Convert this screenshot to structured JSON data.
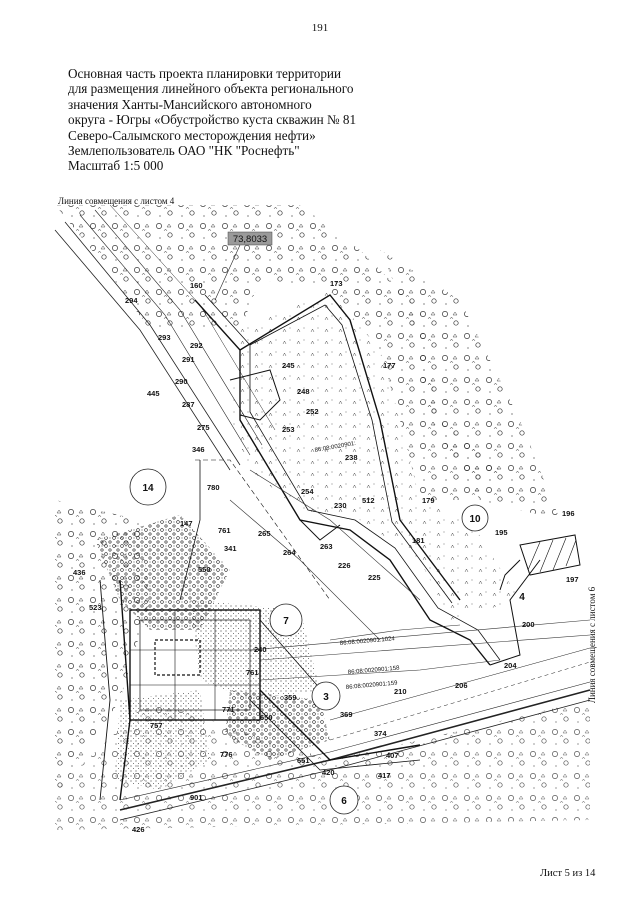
{
  "page": {
    "number": "191",
    "sheet_label": "Лист 5 из 14"
  },
  "title": {
    "lines": [
      "Основная часть проекта планировки территории",
      "для размещения линейного объекта регионального",
      "значения Ханты-Мансийского автономного",
      "округа - Югры «Обустройство куста скважин № 81",
      "Северо-Салымского месторождения нефти»",
      "Землепользователь ОАО \"НК \"Роснефть\"",
      "Масштаб 1:5 000"
    ]
  },
  "join_lines": {
    "top": "Линия совмещения с листом 4",
    "right": "Линия совмещения с листом 6"
  },
  "map": {
    "highlight_label": "73,8033",
    "colors": {
      "line": "#222222",
      "highlight_bg": "#9a9a9a"
    },
    "zones": [
      "14",
      "10",
      "7",
      "3",
      "4",
      "6"
    ],
    "cadastral": [
      "86:08:0020901:",
      "86:08:0020901:1024",
      "86:08:0020901:158",
      "86:08:0020901:159"
    ],
    "point_labels": [
      "160",
      "173",
      "294",
      "293",
      "292",
      "291",
      "290",
      "445",
      "287",
      "275",
      "346",
      "245",
      "248",
      "252",
      "253",
      "238",
      "177",
      "780",
      "254",
      "230",
      "512",
      "179",
      "196",
      "195",
      "197",
      "200",
      "181",
      "204",
      "210",
      "206",
      "225",
      "226",
      "263",
      "264",
      "265",
      "341",
      "147",
      "761",
      "436",
      "523",
      "550",
      "240",
      "359",
      "369",
      "374",
      "407",
      "417",
      "420",
      "426",
      "651",
      "650",
      "757",
      "761",
      "771",
      "776",
      "901"
    ]
  }
}
